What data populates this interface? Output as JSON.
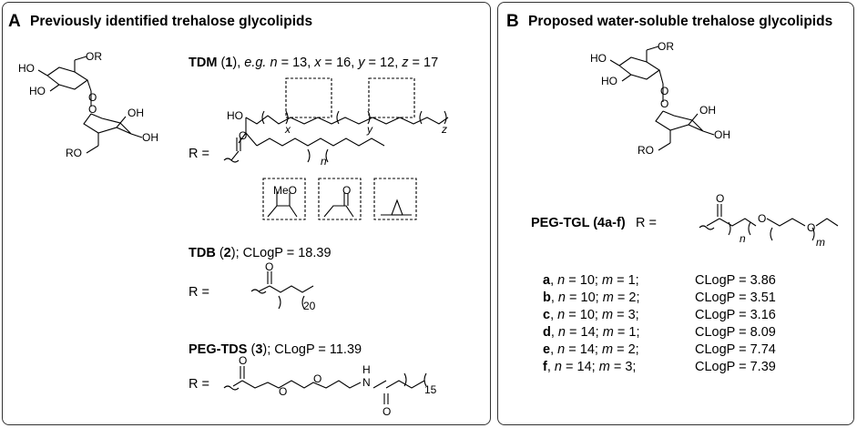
{
  "panel_a": {
    "letter": "A",
    "title": "Previously identified trehalose glycolipids",
    "sugar_labels": {
      "or_top": "OR",
      "ho1": "HO",
      "ho2": "HO",
      "oh1": "OH",
      "oh2": "OH",
      "ro": "RO"
    },
    "tdm": {
      "name": "TDM",
      "number": "1",
      "example_prefix": "e.g.",
      "params": [
        {
          "var": "n",
          "val": "13"
        },
        {
          "var": "x",
          "val": "16"
        },
        {
          "var": "y",
          "val": "12"
        },
        {
          "var": "z",
          "val": "17"
        }
      ],
      "r_label": "R =",
      "ho_label": "HO",
      "o_label": "O",
      "sub_x": "x",
      "sub_y": "y",
      "sub_z": "z",
      "sub_n": "n",
      "meo_label": "MeO",
      "keto_o": "O"
    },
    "tdb": {
      "name": "TDB",
      "number": "2",
      "clogp_label": "CLogP = 18.39",
      "r_label": "R =",
      "o_label": "O",
      "subscript": "20"
    },
    "peg_tds": {
      "name": "PEG-TDS",
      "number": "3",
      "clogp_label": "CLogP = 11.39",
      "r_label": "R =",
      "o_labels": [
        "O",
        "O",
        "O",
        "O"
      ],
      "nh_label": "N",
      "h_label": "H",
      "subscript": "15"
    }
  },
  "panel_b": {
    "letter": "B",
    "title": "Proposed water-soluble trehalose glycolipids",
    "sugar_labels": {
      "or_top": "OR",
      "ho1": "HO",
      "ho2": "HO",
      "oh1": "OH",
      "oh2": "OH",
      "ro": "RO"
    },
    "peg_tgl": {
      "name": "PEG-TGL (4a-f)",
      "r_label": "R =",
      "o_labels": [
        "O",
        "O",
        "O"
      ],
      "sub_n": "n",
      "sub_m": "m"
    },
    "rows": [
      {
        "id": "a",
        "n": "10",
        "m": "1",
        "clogp": "CLogP = 3.86"
      },
      {
        "id": "b",
        "n": "10",
        "m": "2",
        "clogp": "CLogP = 3.51"
      },
      {
        "id": "c",
        "n": "10",
        "m": "3",
        "clogp": "CLogP = 3.16"
      },
      {
        "id": "d",
        "n": "14",
        "m": "1",
        "clogp": "CLogP = 8.09"
      },
      {
        "id": "e",
        "n": "14",
        "m": "2",
        "clogp": "CLogP = 7.74"
      },
      {
        "id": "f",
        "n": "14",
        "m": "3",
        "clogp": "CLogP = 7.39"
      }
    ],
    "n_var": "n",
    "m_var": "m"
  }
}
